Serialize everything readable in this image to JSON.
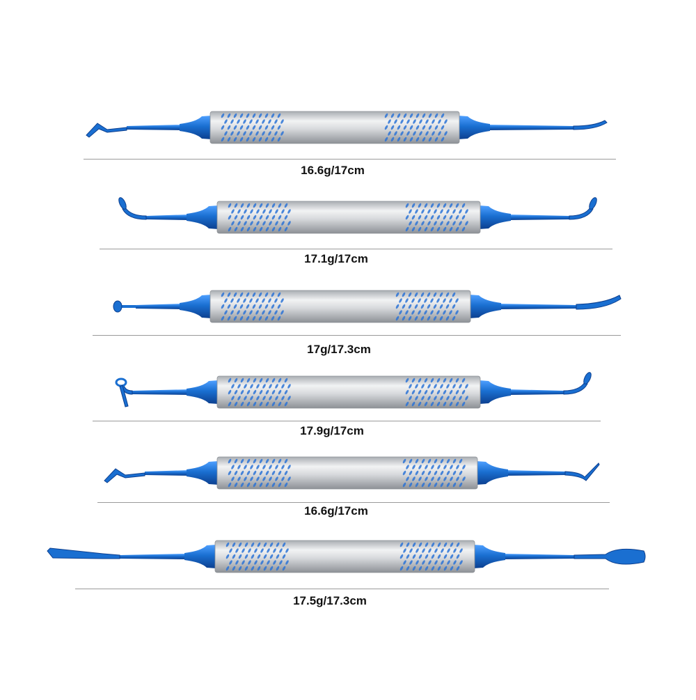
{
  "colors": {
    "background": "#ffffff",
    "titanium_blue": "#1a6fd1",
    "titanium_blue_dark": "#0c3f8f",
    "steel": "#c9ccd0",
    "steel_highlight": "#f2f3f4",
    "slot_blue": "#2b73d6",
    "rule": "#9a9a9a",
    "caption_text": "#111111"
  },
  "instruments": [
    {
      "caption": "16.6g/17cm",
      "left_tip": "bent-blade",
      "right_tip": "curved-point"
    },
    {
      "caption": "17.1g/17cm",
      "left_tip": "hooked-spoon",
      "right_tip": "hooked-spoon"
    },
    {
      "caption": "17g/17.3cm",
      "left_tip": "ball-burnisher",
      "right_tip": "curved-blade"
    },
    {
      "caption": "17.9g/17cm",
      "left_tip": "looped-spoon",
      "right_tip": "hooked-spoon"
    },
    {
      "caption": "16.6g/17cm",
      "left_tip": "bent-blade",
      "right_tip": "angled-needle"
    },
    {
      "caption": "17.5g/17.3cm",
      "left_tip": "flat-spatula",
      "right_tip": "leaf-spatula"
    }
  ]
}
